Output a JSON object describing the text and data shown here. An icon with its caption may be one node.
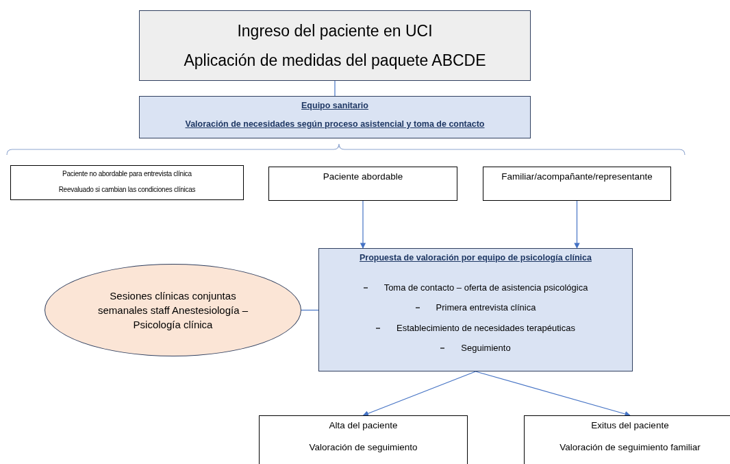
{
  "diagram": {
    "nodes": [
      {
        "text": [
          "Ingreso del paciente en UCI",
          "Aplicación de medidas del paquete ABCDE"
        ]
      },
      {
        "text": [
          "Equipo sanitario",
          "Valoración de necesidades según proceso asistencial y toma de contacto"
        ]
      },
      {
        "text": [
          "Paciente no abordable para entrevista clínica",
          "Reevaluado si cambian las condiciones clínicas"
        ]
      },
      {
        "text": [
          "Paciente abordable"
        ]
      },
      {
        "text": [
          "Familiar/acompañante/representante"
        ]
      },
      {
        "text": [
          "Propuesta de valoración por equipo de psicología clínica",
          "Toma de contacto – oferta de asistencia psicológica",
          "Primera entrevista clínica",
          "Establecimiento de necesidades terapéuticas",
          "Seguimiento"
        ]
      },
      {
        "text": [
          "Sesiones clínicas conjuntas semanales staff Anestesiología – Psicología clínica"
        ]
      },
      {
        "text": [
          "Alta del paciente",
          "Valoración de seguimiento"
        ]
      },
      {
        "text": [
          "Exitus del paciente",
          "Valoración de seguimiento familiar"
        ]
      }
    ],
    "edges": [
      {
        "from": 0,
        "to": 1,
        "arrow": "none"
      },
      {
        "from": 3,
        "to": 5,
        "arrow": "to"
      },
      {
        "from": 4,
        "to": 5,
        "arrow": "to"
      },
      {
        "from": 6,
        "to": 5,
        "arrow": "none"
      },
      {
        "from": 5,
        "to": 7,
        "arrow": "to"
      },
      {
        "from": 5,
        "to": 8,
        "arrow": "to"
      }
    ]
  }
}
